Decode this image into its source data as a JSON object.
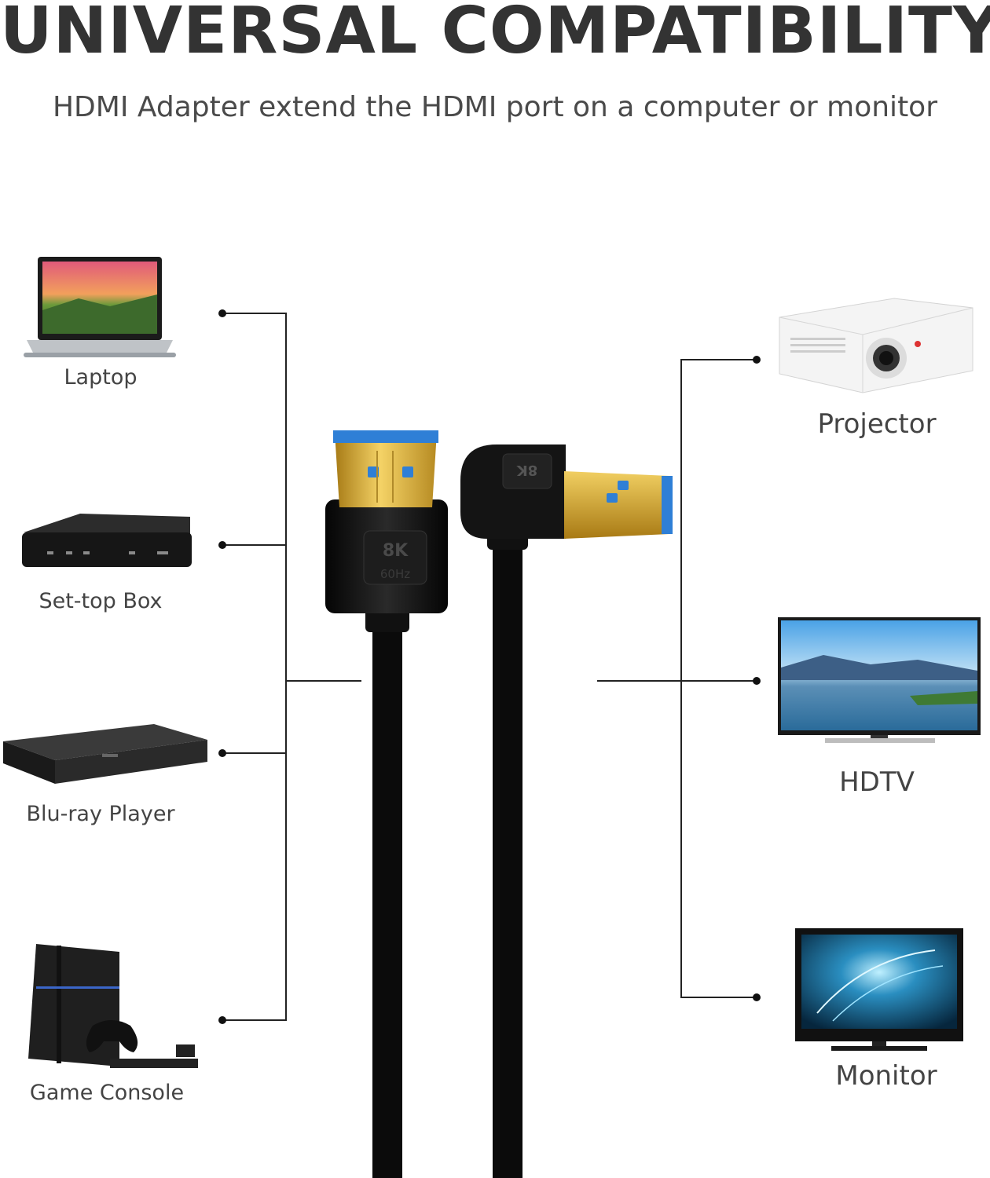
{
  "headline": "UNIVERSAL COMPATIBILITY",
  "subheadline": "HDMI Adapter extend the HDMI port on a computer or monitor",
  "left_devices": [
    {
      "label": "Laptop",
      "icon": "laptop-icon"
    },
    {
      "label": "Set-top Box",
      "icon": "set-top-box-icon"
    },
    {
      "label": "Blu-ray Player",
      "icon": "blu-ray-player-icon"
    },
    {
      "label": "Game Console",
      "icon": "game-console-icon"
    }
  ],
  "right_devices": [
    {
      "label": "Projector",
      "icon": "projector-icon"
    },
    {
      "label": "HDTV",
      "icon": "hdtv-icon"
    },
    {
      "label": "Monitor",
      "icon": "monitor-icon"
    }
  ],
  "cable": {
    "straight_badge": "8K",
    "straight_badge_sub": "60Hz",
    "angled_badge": "8K"
  },
  "colors": {
    "heading": "#333333",
    "line": "#222222",
    "gold": "#d4a93a",
    "blue": "#2f7fd6",
    "cable": "#111111"
  }
}
